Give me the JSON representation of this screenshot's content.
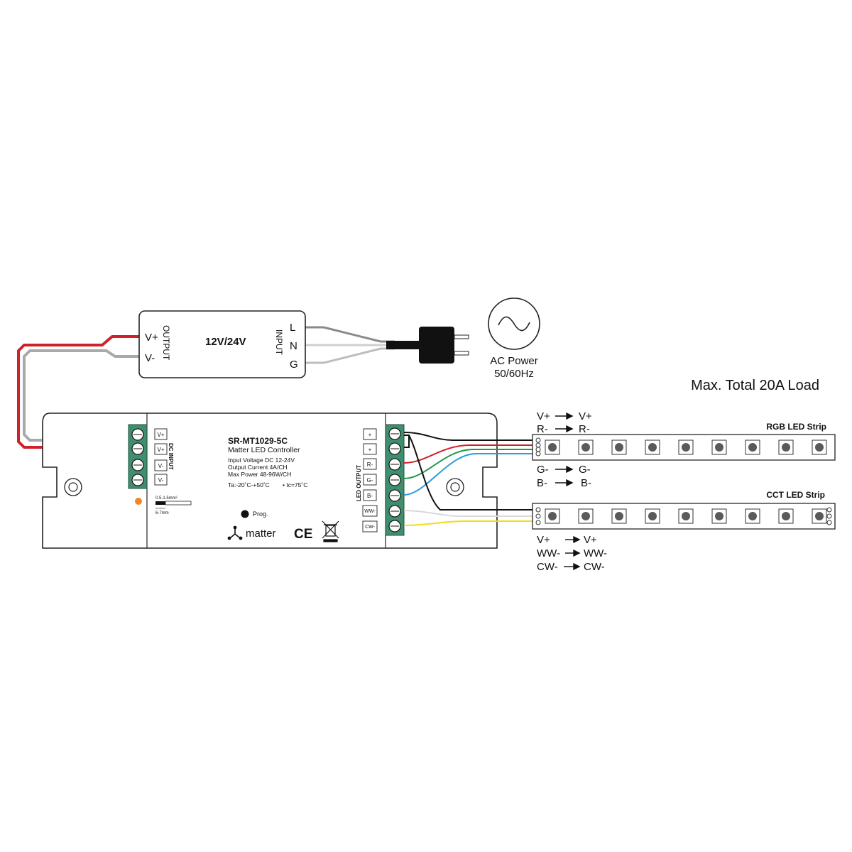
{
  "power_supply": {
    "title": "12V/24V",
    "output_label": "OUTPUT",
    "input_label": "INPUT",
    "output_terminals": [
      "V+",
      "V-"
    ],
    "input_terminals": [
      "L",
      "N",
      "G"
    ]
  },
  "ac_power": {
    "line1": "AC Power",
    "line2": "50/60Hz"
  },
  "max_load": "Max. Total 20A Load",
  "controller": {
    "model": "SR-MT1029-5C",
    "subtitle": "Matter LED Controller",
    "spec_voltage": "Input Voltage DC 12-24V",
    "spec_current": "Output Current 4A/CH",
    "spec_power": "Max Power 48-96W/CH",
    "spec_temp": "Ta:-20˚C-+50˚C",
    "spec_tc": "• tc=75˚C",
    "dc_input_label": "DC INPUT",
    "dc_terminals": [
      "V+",
      "V+",
      "V-",
      "V-"
    ],
    "wire_spec_1": "0.5-1.5mm²",
    "wire_spec_2": "6-7mm",
    "prog_label": "Prog.",
    "matter_label": "matter",
    "ce_label": "CE",
    "led_output_label": "LED OUTPUT",
    "led_terminals": [
      "+",
      "+",
      "R-",
      "G-",
      "B-",
      "WW-",
      "CW-"
    ]
  },
  "rgb_strip": {
    "label": "RGB LED Strip",
    "map_top": [
      "V+",
      "V+",
      "R-",
      "R-"
    ],
    "map_bottom": [
      "G-",
      "G-",
      "B-",
      "B-"
    ]
  },
  "cct_strip": {
    "label": "CCT LED Strip",
    "map": [
      "V+",
      "V+",
      "WW-",
      "WW-",
      "CW-",
      "CW-"
    ]
  },
  "colors": {
    "red_wire": "#d0202a",
    "grey_wire": "#a9a9a9",
    "green_wire": "#1e9a4a",
    "blue_wire": "#2a9bd8",
    "yellow_wire": "#f2dc1a",
    "terminal_green": "#3f8f6e",
    "status_led": "#f08a1c"
  }
}
